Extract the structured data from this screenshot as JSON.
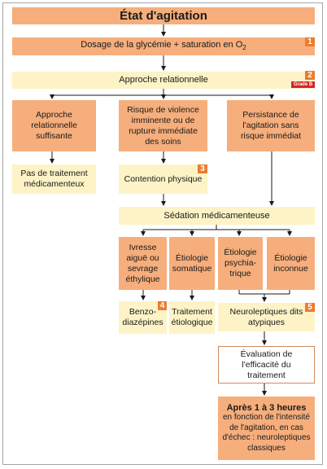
{
  "title": "État d'agitation",
  "step1": {
    "text": "Dosage de la glycémie + saturation en O",
    "subscript": "2",
    "tag": "1"
  },
  "step2": {
    "text": "Approche relationnelle",
    "tag": "2",
    "grade": "Grade B"
  },
  "left": {
    "box1": "Approche relationnelle suffisante",
    "box2": "Pas de traitement médicamenteux"
  },
  "mid": {
    "box1": "Risque de violence imminente ou de rupture immédiate des soins",
    "box2": "Contention physique",
    "tag": "3"
  },
  "right": {
    "box1": "Persistance de l'agitation sans risque immédiat"
  },
  "sedation": "Sédation médicamenteuse",
  "etiologies": {
    "e1": "Ivresse aiguë ou sevrage éthylique",
    "e2": "Étiologie somatique",
    "e3": "Étiologie psychia-trique",
    "e4": "Étiologie inconnue"
  },
  "treatments": {
    "benzo": "Benzo-diazépines",
    "benzo_tag": "4",
    "etio": "Traitement étiologique",
    "neuro": "Neuroleptiques dits atypiques",
    "neuro_tag": "5"
  },
  "evaluation": "Évaluation de l'efficacité du traitement",
  "final": {
    "bold": "Après 1 à 3 heures",
    "text": "en fonction de l'intensité de l'agitation, en cas d'échec : neuroleptiques classiques"
  }
}
